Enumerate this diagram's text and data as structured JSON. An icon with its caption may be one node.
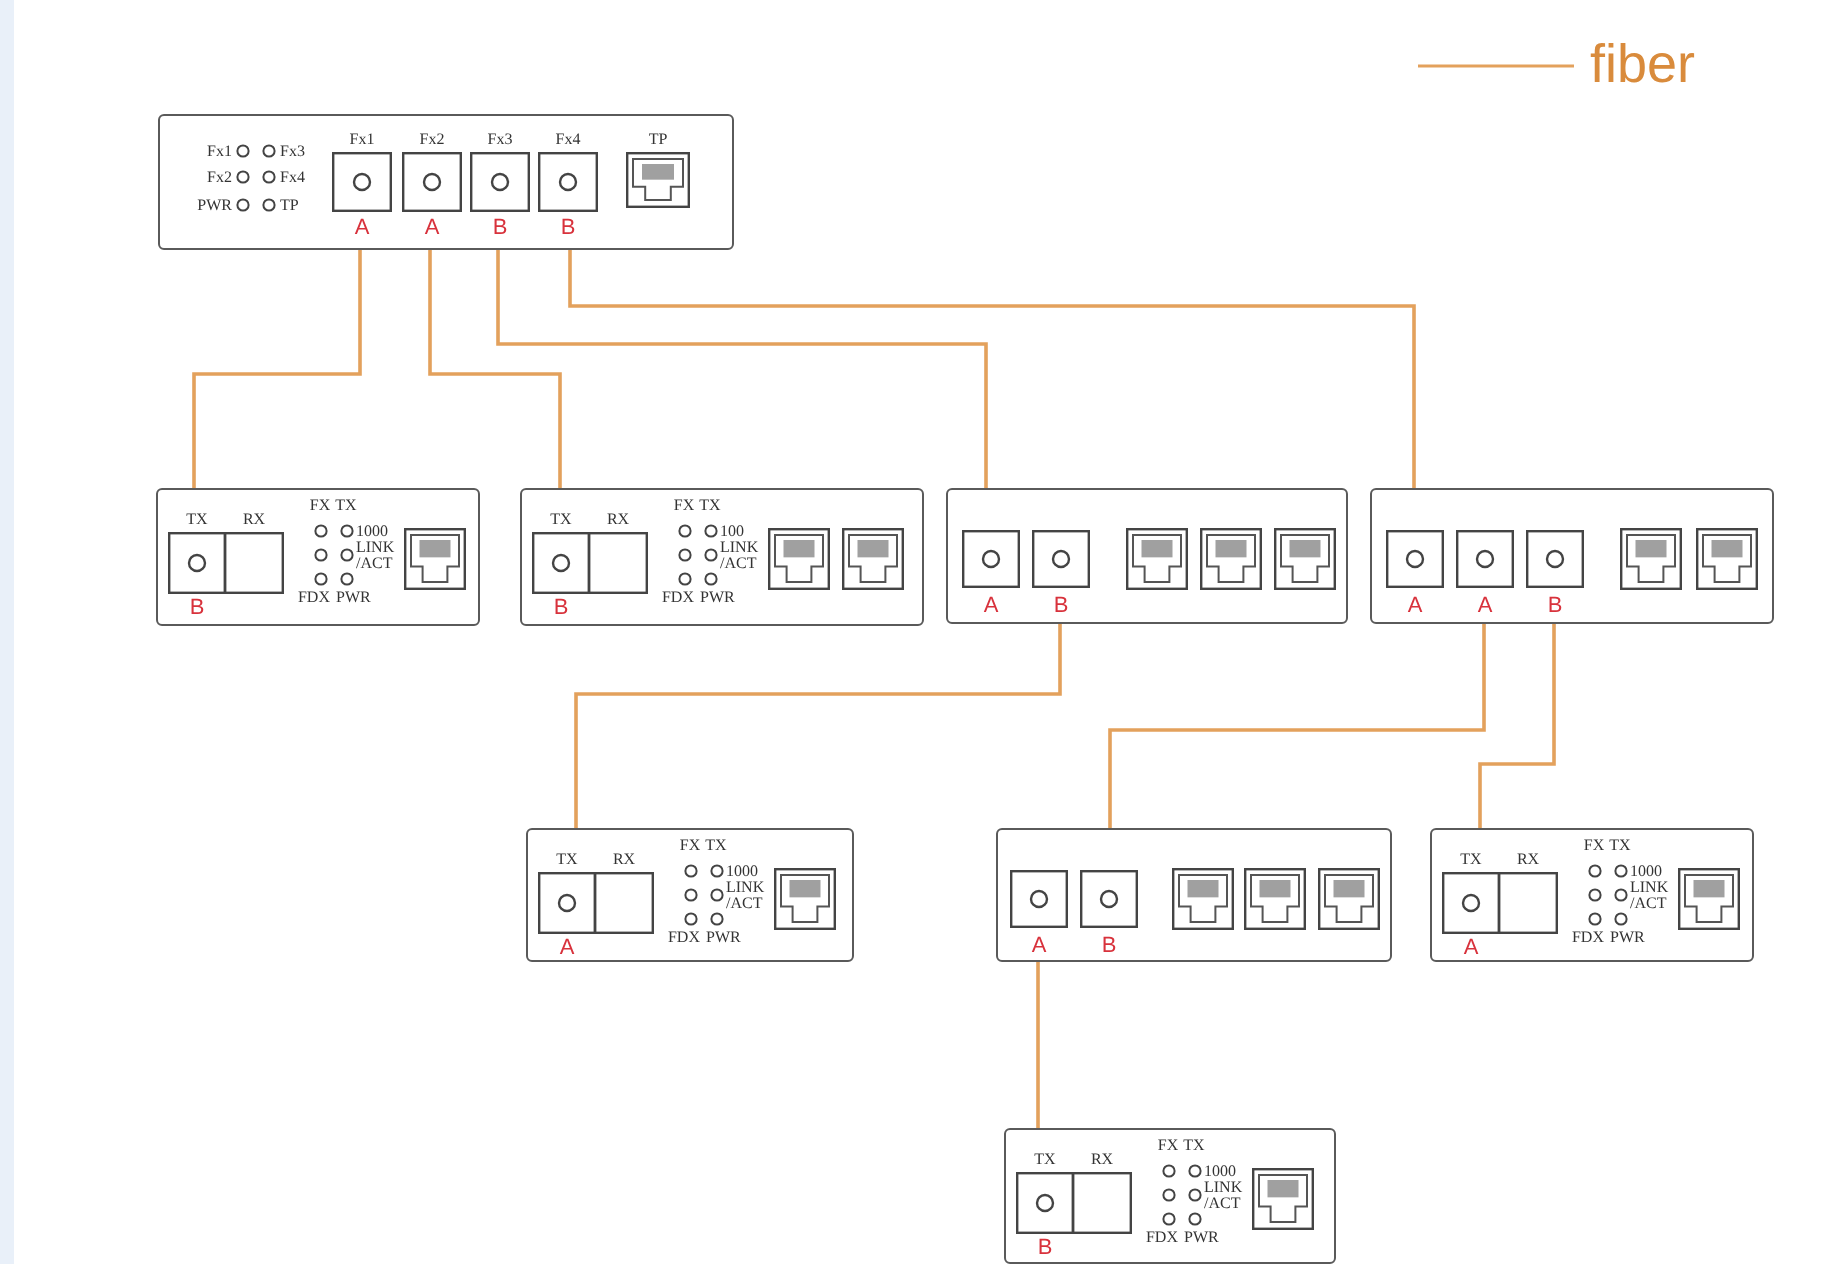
{
  "diagram": {
    "nodes": [
      {
        "text": [
          "Fx1",
          "Fx3",
          "Fx2",
          "Fx4",
          "PWR",
          "TP",
          "Fx1",
          "Fx2",
          "Fx3",
          "Fx4",
          "TP",
          "A",
          "A",
          "B",
          "B"
        ]
      },
      {
        "text": [
          "TX",
          "RX",
          "FX",
          "TX",
          "1000",
          "LINK /ACT",
          "FDX",
          "PWR",
          "B"
        ]
      },
      {
        "text": [
          "TX",
          "RX",
          "FX",
          "TX",
          "100",
          "LINK /ACT",
          "FDX",
          "PWR",
          "B"
        ]
      },
      {
        "text": [
          "A",
          "B"
        ]
      },
      {
        "text": [
          "A",
          "A",
          "B"
        ]
      },
      {
        "text": [
          "TX",
          "RX",
          "FX",
          "TX",
          "1000",
          "LINK /ACT",
          "FDX",
          "PWR",
          "A"
        ]
      },
      {
        "text": [
          "A",
          "B"
        ]
      },
      {
        "text": [
          "TX",
          "RX",
          "FX",
          "TX",
          "1000",
          "LINK /ACT",
          "FDX",
          "PWR",
          "A"
        ]
      },
      {
        "text": [
          "TX",
          "RX",
          "FX",
          "TX",
          "1000",
          "LINK /ACT",
          "FDX",
          "PWR",
          "B"
        ]
      }
    ],
    "edges": [
      {
        "from": 0,
        "to": 1,
        "arrow": "none"
      },
      {
        "from": 0,
        "to": 2,
        "arrow": "none"
      },
      {
        "from": 0,
        "to": 3,
        "arrow": "none"
      },
      {
        "from": 0,
        "to": 4,
        "arrow": "none"
      },
      {
        "from": 3,
        "to": 5,
        "arrow": "none"
      },
      {
        "from": 4,
        "to": 6,
        "arrow": "none"
      },
      {
        "from": 4,
        "to": 7,
        "arrow": "none"
      },
      {
        "from": 6,
        "to": 8,
        "arrow": "none"
      }
    ],
    "legend": [
      {
        "text": "fiber"
      }
    ]
  }
}
